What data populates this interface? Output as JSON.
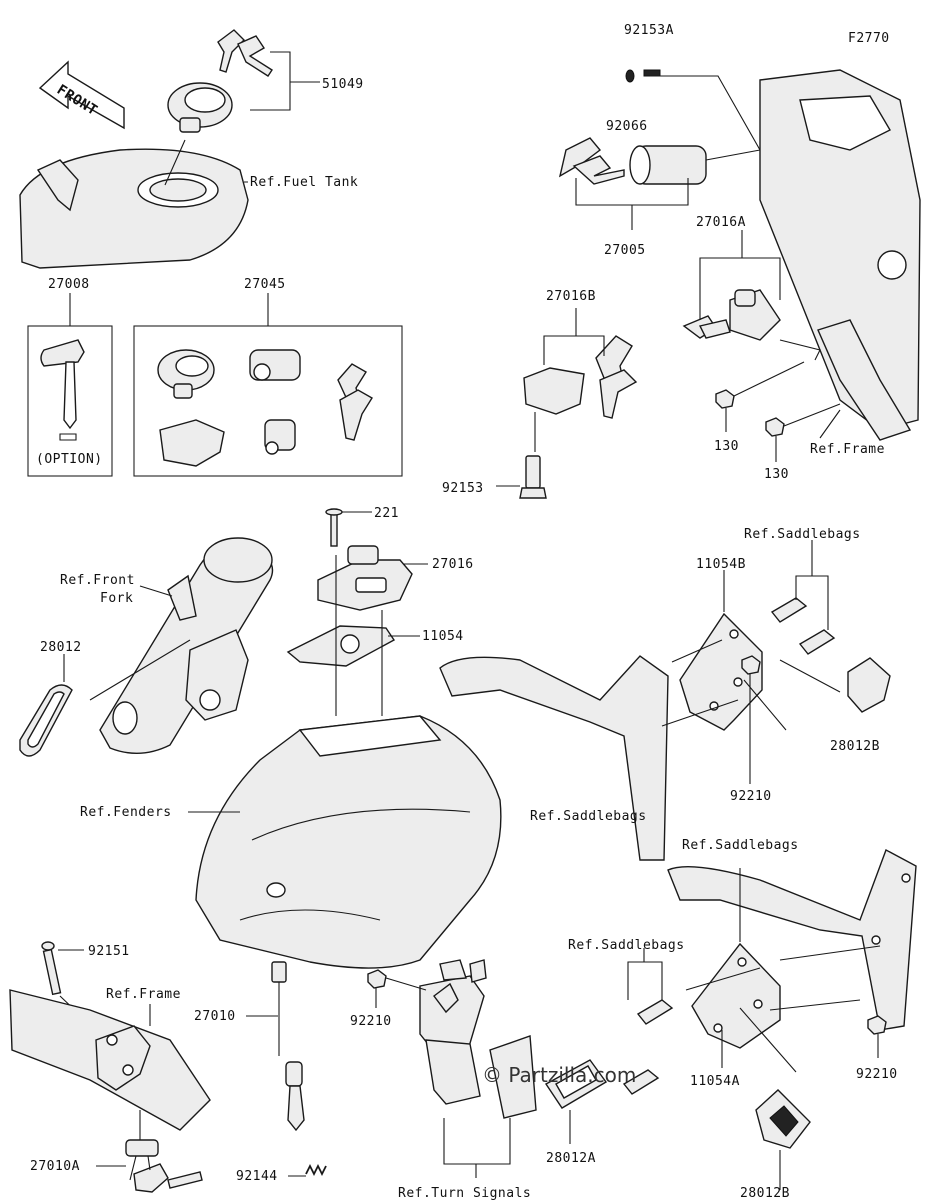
{
  "figure_id": "F2770",
  "front_arrow": "FRONT",
  "watermark": "© Partzilla.com",
  "labels": {
    "p51049": "51049",
    "ref_fuel_tank": "Ref.Fuel Tank",
    "p27008": "27008",
    "p27045": "27045",
    "option": "(OPTION)",
    "p92153A": "92153A",
    "p92066": "92066",
    "p27005": "27005",
    "p27016A": "27016A",
    "p27016B": "27016B",
    "p92153": "92153",
    "p130_a": "130",
    "p130_b": "130",
    "ref_frame_top": "Ref.Frame",
    "p221": "221",
    "p27016": "27016",
    "p11054": "11054",
    "ref_front": "Ref.Front",
    "fork": "Fork",
    "p28012": "28012",
    "ref_fenders": "Ref.Fenders",
    "ref_saddlebags_1": "Ref.Saddlebags",
    "p11054B": "11054B",
    "p28012B_a": "28012B",
    "p92210_a": "92210",
    "ref_saddlebags_2": "Ref.Saddlebags",
    "ref_saddlebags_3": "Ref.Saddlebags",
    "ref_saddlebags_4": "Ref.Saddlebags",
    "p92151": "92151",
    "ref_frame_bottom": "Ref.Frame",
    "p27010": "27010",
    "p92210_b": "92210",
    "p92210_c": "92210",
    "p11054A": "11054A",
    "p28012A": "28012A",
    "p28012B_b": "28012B",
    "p27010A": "27010A",
    "p92144": "92144",
    "ref_turn_signals": "Ref.Turn Signals"
  }
}
